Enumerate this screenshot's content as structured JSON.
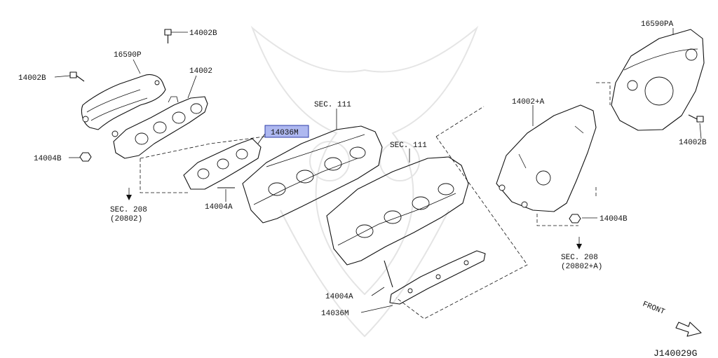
{
  "diagram_code": "J140029G",
  "direction_label": "FRONT",
  "parts": {
    "bolt_top_left_upper": "14002B",
    "bolt_top_left_lower": "14002B",
    "bolt_right": "14002B",
    "heat_shield_left": "16590P",
    "heat_shield_right": "16590PA",
    "manifold_left": "14002",
    "manifold_right": "14002+A",
    "gasket_upper": "14036M",
    "gasket_lower": "14036M",
    "nut_left": "14004B",
    "nut_right": "14004B",
    "stud_upper": "14004A",
    "stud_lower": "14004A",
    "head_upper": "SEC. 111",
    "head_lower": "SEC. 111"
  },
  "references": {
    "left": {
      "section": "SEC. 208",
      "code": "(20802)"
    },
    "right": {
      "section": "SEC. 208",
      "code": "(20802+A)"
    }
  },
  "highlighted_part": "14036M"
}
